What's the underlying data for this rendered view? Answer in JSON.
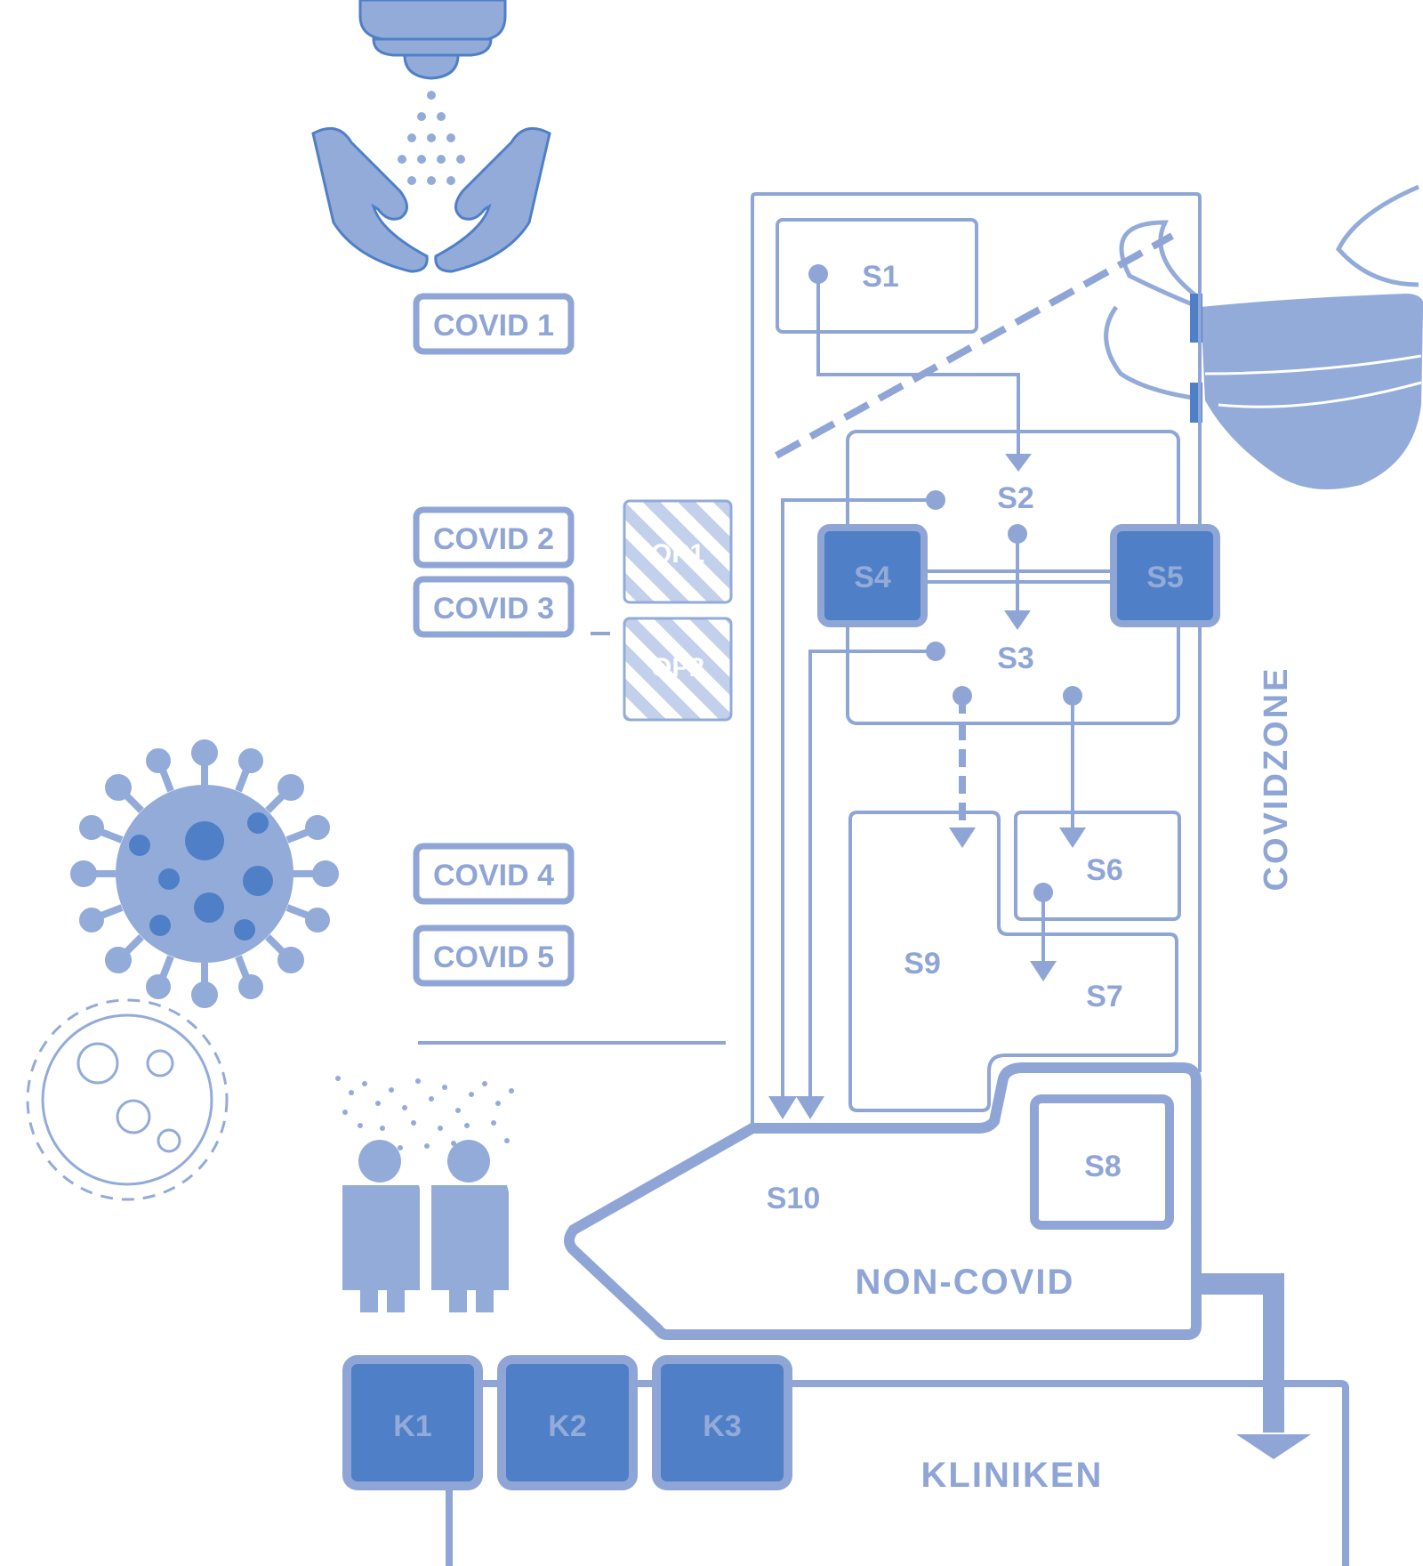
{
  "legend": {
    "covid1": "COVID 1",
    "covid2": "COVID 2",
    "covid3": "COVID 3",
    "covid4": "COVID 4",
    "covid5": "COVID 5"
  },
  "op_rooms": {
    "op1": "OP1",
    "op2": "OP2"
  },
  "stations": {
    "s1": "S1",
    "s2": "S2",
    "s3": "S3",
    "s4": "S4",
    "s5": "S5",
    "s6": "S6",
    "s7": "S7",
    "s8": "S8",
    "s9": "S9",
    "s10": "S10"
  },
  "zones": {
    "covid": "COVIDZONE",
    "non_covid": "NON-COVID",
    "clinics": "KLINIKEN"
  },
  "clinics": {
    "k1": "K1",
    "k2": "K2",
    "k3": "K3"
  },
  "colors": {
    "line": "#8ea5d6",
    "light": "#93abd9",
    "dark": "#4f7fc6",
    "hatch": "#c3d0eb"
  }
}
